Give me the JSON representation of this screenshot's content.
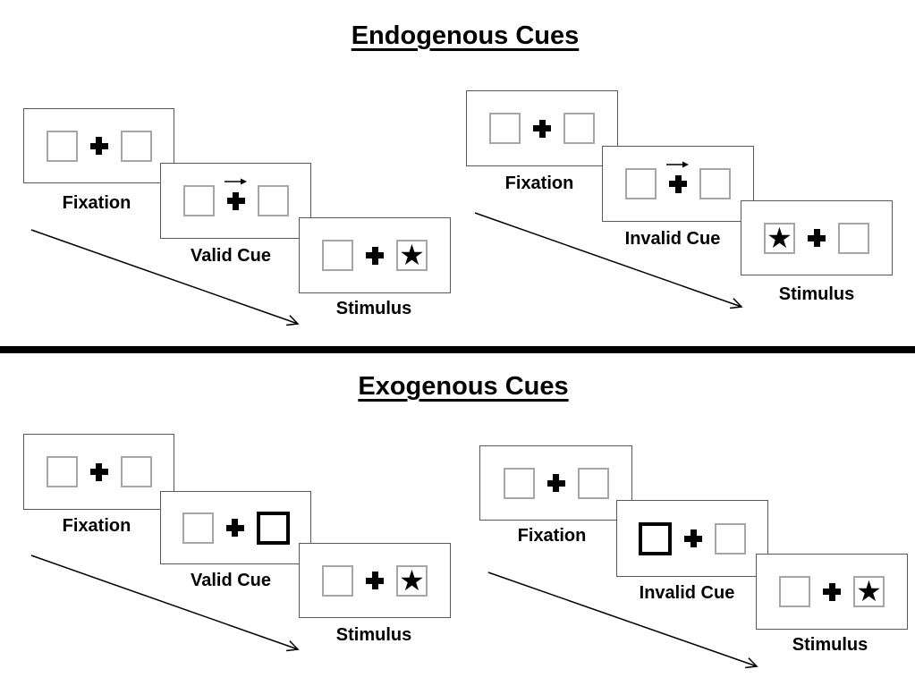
{
  "figure": {
    "colors": {
      "background": "#ffffff",
      "panel_border": "#595959",
      "placeholder_border": "#a6a6a6",
      "ink": "#000000"
    },
    "sections": [
      {
        "title": "Endogenous Cues",
        "cue_style": "central right-pointing arrow above fixation cross",
        "sequences": [
          {
            "type": "valid",
            "panels": [
              {
                "role": "fixation",
                "label": "Fixation"
              },
              {
                "role": "cue",
                "label": "Valid Cue",
                "cue": "arrow-right-above-cross"
              },
              {
                "role": "stimulus",
                "label": "Stimulus",
                "target_symbol": "★",
                "target_side": "right"
              }
            ]
          },
          {
            "type": "invalid",
            "panels": [
              {
                "role": "fixation",
                "label": "Fixation"
              },
              {
                "role": "cue",
                "label": "Invalid Cue",
                "cue": "arrow-right-above-cross"
              },
              {
                "role": "stimulus",
                "label": "Stimulus",
                "target_symbol": "★",
                "target_side": "left"
              }
            ]
          }
        ]
      },
      {
        "title": "Exogenous Cues",
        "cue_style": "thick black highlighted peripheral box",
        "sequences": [
          {
            "type": "valid",
            "panels": [
              {
                "role": "fixation",
                "label": "Fixation"
              },
              {
                "role": "cue",
                "label": "Valid Cue",
                "cue": "bold-box-right"
              },
              {
                "role": "stimulus",
                "label": "Stimulus",
                "target_symbol": "★",
                "target_side": "right"
              }
            ]
          },
          {
            "type": "invalid",
            "panels": [
              {
                "role": "fixation",
                "label": "Fixation"
              },
              {
                "role": "cue",
                "label": "Invalid Cue",
                "cue": "bold-box-left"
              },
              {
                "role": "stimulus",
                "label": "Stimulus",
                "target_symbol": "★",
                "target_side": "right"
              }
            ]
          }
        ]
      }
    ]
  }
}
